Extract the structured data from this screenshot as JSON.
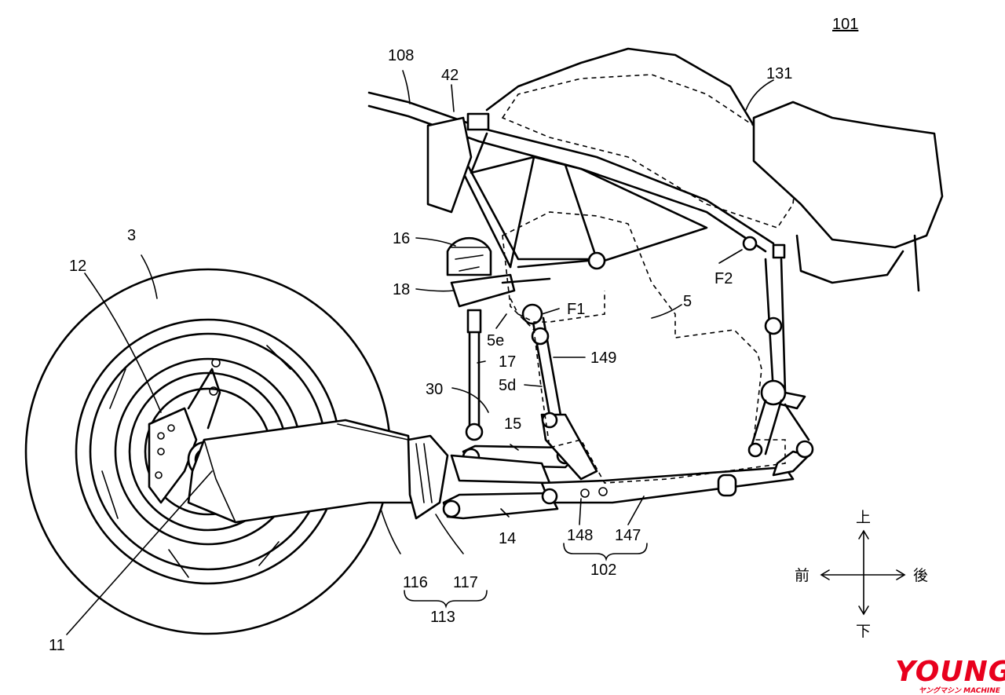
{
  "figure": {
    "reference_number": "101",
    "labels": {
      "l108": "108",
      "l42": "42",
      "l131": "131",
      "l3": "3",
      "l12": "12",
      "l16": "16",
      "l18": "18",
      "l5": "5",
      "lF1": "F1",
      "lF2": "F2",
      "l5e": "5e",
      "l17": "17",
      "l149": "149",
      "l30": "30",
      "l5d": "5d",
      "l15": "15",
      "l14": "14",
      "l148": "148",
      "l147": "147",
      "l102": "102",
      "l116": "116",
      "l117": "117",
      "l113": "113",
      "l11": "11"
    },
    "directions": {
      "up": "上",
      "down": "下",
      "front": "前",
      "rear": "後"
    }
  },
  "watermark": {
    "text": "YOUNG",
    "subtext": "ヤングマシン MACHINE",
    "color": "#e8001d"
  }
}
